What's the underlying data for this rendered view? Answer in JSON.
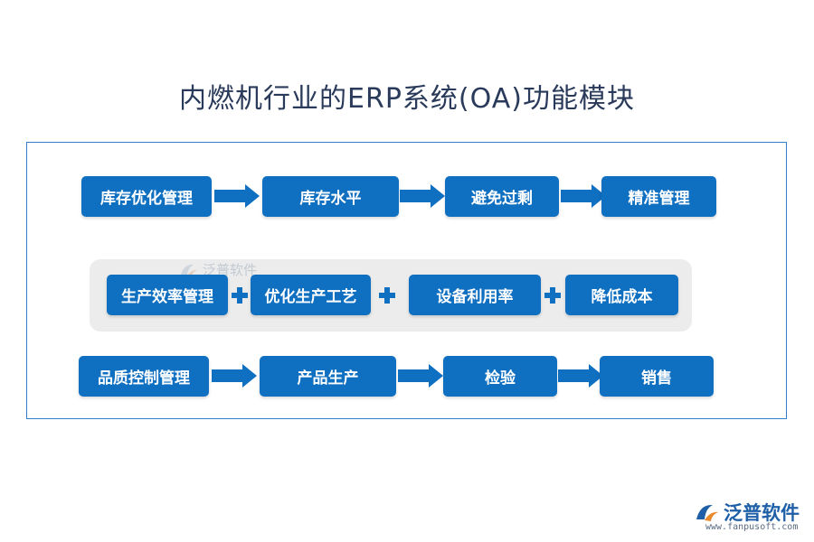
{
  "title": "内燃机行业的ERP系统(OA)功能模块",
  "rows": [
    {
      "items": [
        "库存优化管理",
        "库存水平",
        "避免过剩",
        "精准管理"
      ],
      "connector": "arrow"
    },
    {
      "items": [
        "生产效率管理",
        "优化生产工艺",
        "设备利用率",
        "降低成本"
      ],
      "connector": "plus"
    },
    {
      "items": [
        "品质控制管理",
        "产品生产",
        "检验",
        "销售"
      ],
      "connector": "arrow"
    }
  ],
  "watermark": "泛普软件",
  "logo": {
    "name": "泛普软件",
    "url": "www.fanpusoft.com"
  },
  "colors": {
    "box": "#0f6fc0",
    "frame": "#2f80c8",
    "title": "#2a3a5a",
    "panel": "#ececec"
  }
}
